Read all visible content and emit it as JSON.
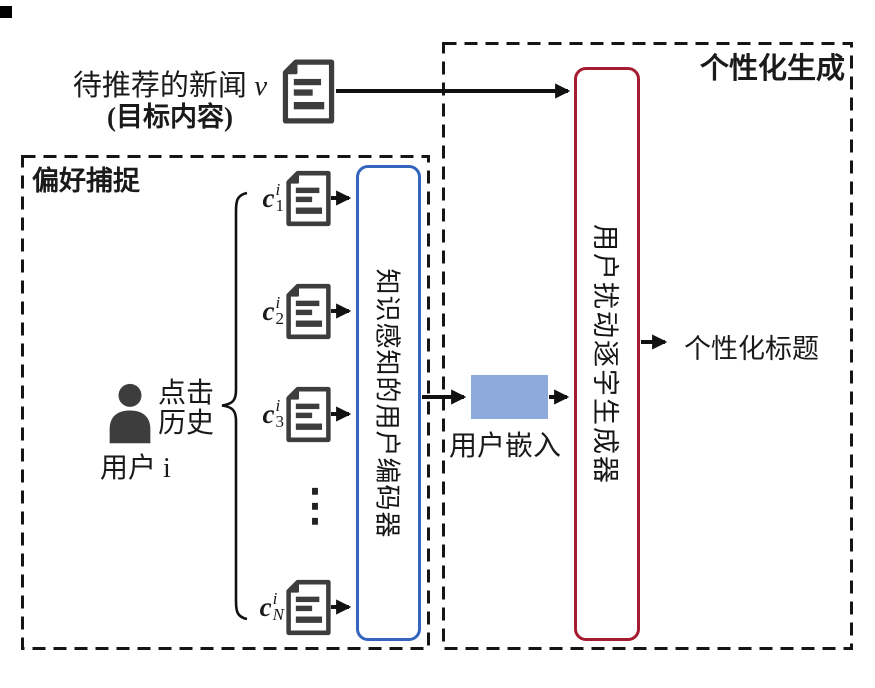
{
  "colors": {
    "ink": "#1a1a1a",
    "icon_gray": "#3d3d3d",
    "encoder_border_blue": "#3465be",
    "generator_border_red": "#a51c30",
    "embedding_fill_blue": "#8ea9db"
  },
  "target_news": {
    "title": "待推荐的新闻",
    "title_var": "v",
    "subtitle": "(目标内容)"
  },
  "preference_capture": {
    "box_title": "偏好捕捉",
    "click_history_line1": "点击",
    "click_history_line2": "历史",
    "user_label": "用户 i",
    "ellipsis": "⋮",
    "encoder_label": "知识感知的用户编码器",
    "clicked_news": [
      {
        "base": "c",
        "sup": "i",
        "sub": "1"
      },
      {
        "base": "c",
        "sup": "i",
        "sub": "2"
      },
      {
        "base": "c",
        "sup": "i",
        "sub": "3"
      },
      {
        "base": "c",
        "sup": "i",
        "sub": "N"
      }
    ]
  },
  "user_embedding": {
    "label": "用户嵌入"
  },
  "personalized_generation": {
    "box_title": "个性化生成",
    "generator_label": "用户扰动逐字生成器",
    "output_label": "个性化标题"
  }
}
